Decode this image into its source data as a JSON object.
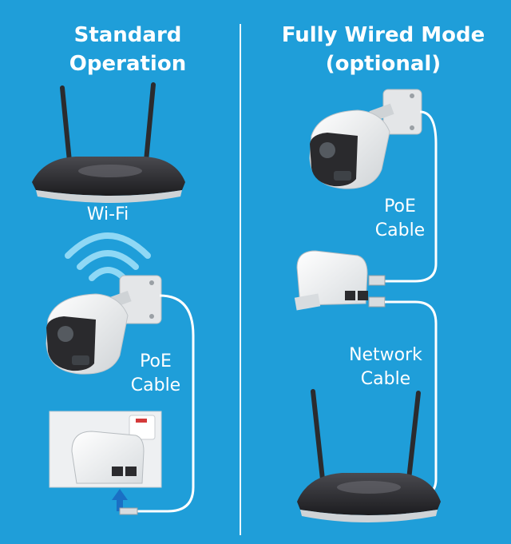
{
  "left": {
    "title_line1": "Standard",
    "title_line2": "Operation",
    "wifi_label": "Wi-Fi",
    "poe_line1": "PoE",
    "poe_line2": "Cable"
  },
  "right": {
    "title_line1": "Fully Wired Mode",
    "title_line2": "(optional)",
    "poe_line1": "PoE",
    "poe_line2": "Cable",
    "network_line1": "Network",
    "network_line2": "Cable"
  },
  "colors": {
    "background": "#1f9ed9",
    "text": "#ffffff",
    "router_body": "#2b2b2e",
    "camera_body": "#f2f2f2",
    "arrow": "#1a6fc4"
  }
}
